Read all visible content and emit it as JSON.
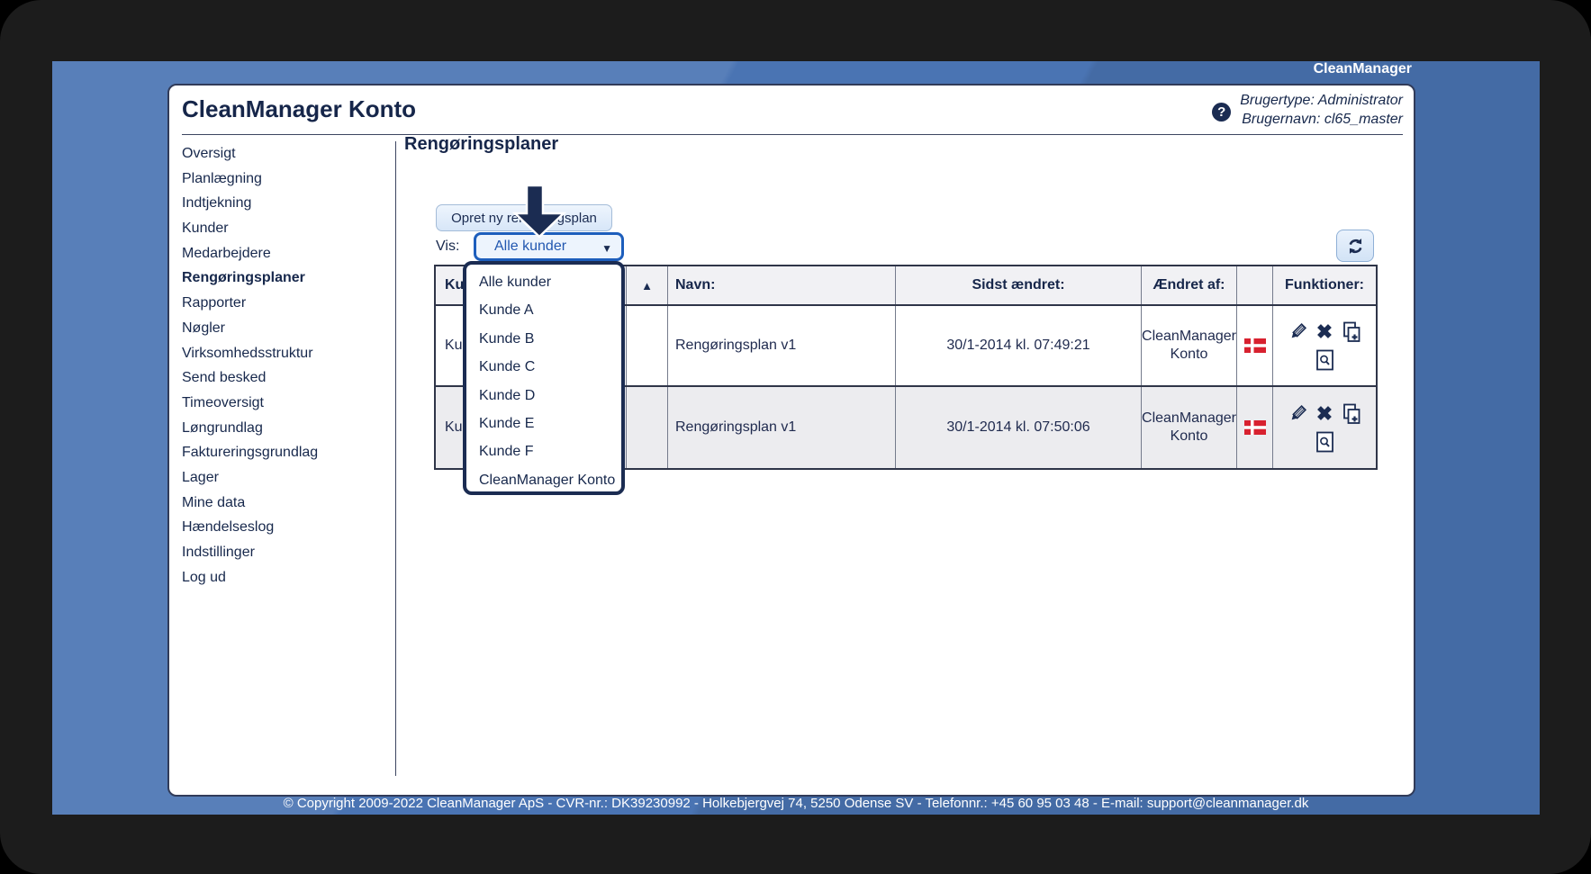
{
  "brand": {
    "top_right": "CleanManager"
  },
  "header": {
    "app_title": "CleanManager Konto",
    "user_type": "Brugertype: Administrator",
    "user_name": "Brugernavn: cl65_master"
  },
  "icons": {
    "help": "?",
    "caret_down": "▼",
    "sort_asc": "▲",
    "delete": "✖"
  },
  "sidebar": {
    "items": [
      "Oversigt",
      "Planlægning",
      "Indtjekning",
      "Kunder",
      "Medarbejdere",
      "Rengøringsplaner",
      "Rapporter",
      "Nøgler",
      "Virksomhedsstruktur",
      "Send besked",
      "Timeoversigt",
      "Løngrundlag",
      "Faktureringsgrundlag",
      "Lager",
      "Mine data",
      "Hændelseslog",
      "Indstillinger",
      "Log ud"
    ],
    "active_item": "Rengøringsplaner"
  },
  "main": {
    "page_title": "Rengøringsplaner",
    "create_button": "Opret ny rengøringsplan",
    "filter_label": "Vis:",
    "dropdown": {
      "selected": "Alle kunder",
      "options": [
        "Alle kunder",
        "Kunde A",
        "Kunde B",
        "Kunde C",
        "Kunde D",
        "Kunde E",
        "Kunde F",
        "CleanManager Konto"
      ]
    },
    "table": {
      "headers": {
        "customer": "Ku",
        "name": "Navn:",
        "modified": "Sidst ændret:",
        "modified_by": "Ændret af:",
        "functions": "Funktioner:"
      },
      "rows": [
        {
          "customer": "Ku",
          "name": "Rengøringsplan v1",
          "modified": "30/1-2014 kl. 07:49:21",
          "modified_by": "CleanManager Konto"
        },
        {
          "customer": "Ku",
          "name": "Rengøringsplan v1",
          "modified": "30/1-2014 kl. 07:50:06",
          "modified_by": "CleanManager Konto"
        }
      ]
    }
  },
  "footer": {
    "copyright": "© Copyright 2009-2022 CleanManager ApS - CVR-nr.: DK39230992 - Holkebjergvej 74, 5250 Odense SV - Telefonnr.: +45 60 95 03 48 - E-mail: support@cleanmanager.dk"
  },
  "colors": {
    "desktop_blue": "#4a74b3",
    "navy": "#1b2c52",
    "dropdown_border": "#1d5ebc",
    "link_blue": "#2257b0",
    "flag_red": "#d8212f"
  }
}
